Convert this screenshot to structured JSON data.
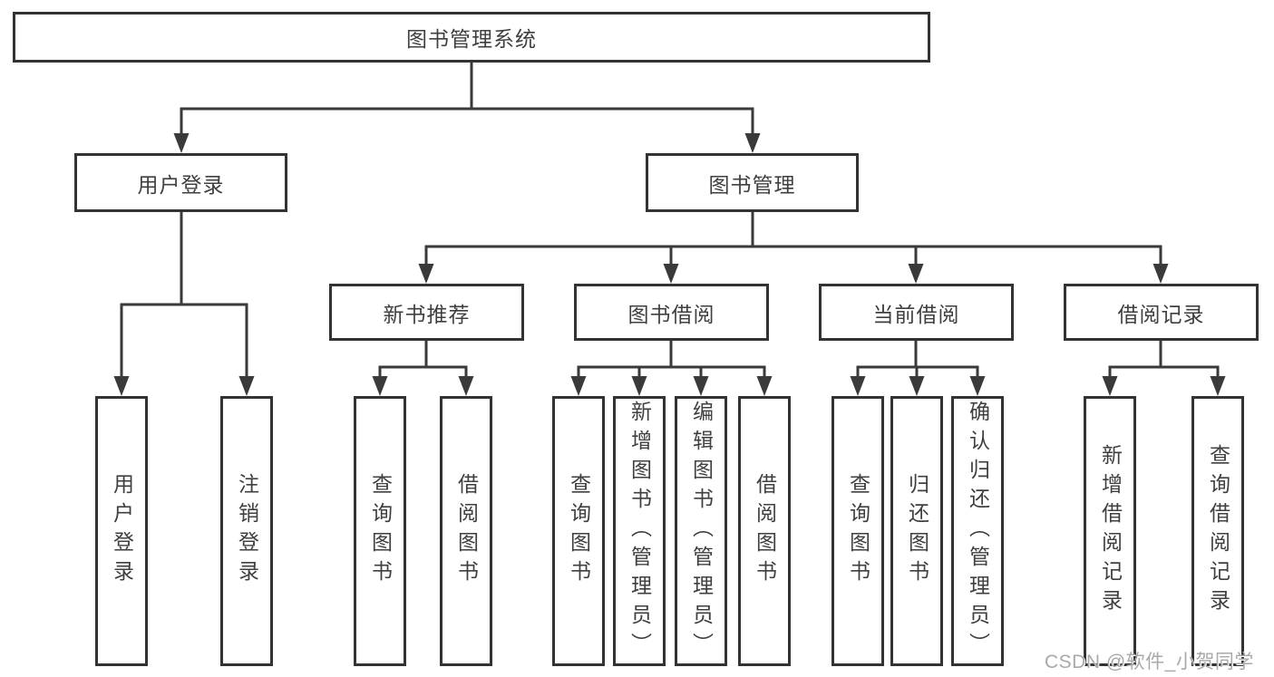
{
  "diagram": {
    "root": {
      "label": "图书管理系统"
    },
    "level2": [
      {
        "label": "用户登录"
      },
      {
        "label": "图书管理"
      }
    ],
    "level3": [
      {
        "label": "新书推荐",
        "parent": "图书管理"
      },
      {
        "label": "图书借阅",
        "parent": "图书管理"
      },
      {
        "label": "当前借阅",
        "parent": "图书管理"
      },
      {
        "label": "借阅记录",
        "parent": "图书管理"
      }
    ],
    "level4": [
      {
        "label": "用户登录",
        "parent": "用户登录"
      },
      {
        "label": "注销登录",
        "parent": "用户登录"
      },
      {
        "label": "查询图书",
        "parent": "新书推荐"
      },
      {
        "label": "借阅图书",
        "parent": "新书推荐"
      },
      {
        "label": "查询图书",
        "parent": "图书借阅"
      },
      {
        "label": "新增图书（管理员）",
        "parent": "图书借阅"
      },
      {
        "label": "编辑图书（管理员）",
        "parent": "图书借阅"
      },
      {
        "label": "借阅图书",
        "parent": "图书借阅"
      },
      {
        "label": "查询图书",
        "parent": "当前借阅"
      },
      {
        "label": "归还图书",
        "parent": "当前借阅"
      },
      {
        "label": "确认归还（管理员）",
        "parent": "当前借阅"
      },
      {
        "label": "新增借阅记录",
        "parent": "借阅记录"
      },
      {
        "label": "查询借阅记录",
        "parent": "借阅记录"
      }
    ],
    "watermark": "CSDN @软件_小贺同学"
  },
  "colors": {
    "line": "#3a3a3a",
    "box_border": "#333333",
    "text": "#3f3f3f",
    "background": "#ffffff",
    "watermark": "#a9a9a9"
  }
}
